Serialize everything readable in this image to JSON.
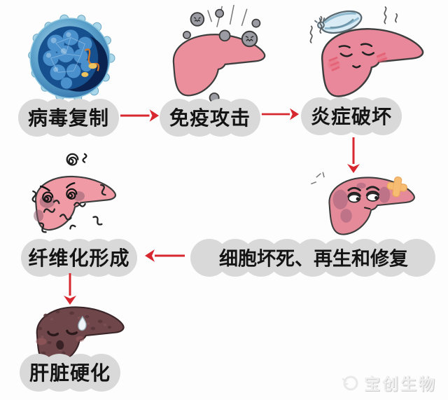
{
  "background": "#fdfdfd",
  "colors": {
    "liver_pink": "#ec8f9c",
    "liver_dark_patch": "#a2627e",
    "cirrhotic_liver": "#6f474b",
    "arrow_red": "#d7282f",
    "label_bubble_gray": "#d9d9d9",
    "label_text": "#141414",
    "virus_blue": "#2e6ea8",
    "virus_core_navy": "#0b2350",
    "attacking_virus_gray": "#9b9ba3",
    "ice_pack_blue": "#d9ebf5",
    "repair_cross_orange": "#f6bd72",
    "watermark_gray": "#efefef"
  },
  "diagram": {
    "steps": [
      {
        "id": "virus-replication",
        "label": "病毒复制",
        "illustration": "hepatitis-b-virus-particle"
      },
      {
        "id": "immune-attack",
        "label": "免疫攻击",
        "illustration": "liver-bombarded-by-virus-particles"
      },
      {
        "id": "inflammation-damage",
        "label": "炎症破坏",
        "illustration": "feverish-liver-with-ice-pack"
      },
      {
        "id": "cell-necrosis-regeneration-repair",
        "label": "细胞坏死、再生和修复",
        "illustration": "bruised-tired-liver-with-orange-cross"
      },
      {
        "id": "fibrosis-formation",
        "label": "纤维化形成",
        "illustration": "dizzy-liver-covered-in-fibrous-strands"
      },
      {
        "id": "cirrhosis",
        "label": "肝脏硬化",
        "illustration": "dark-nodular-cirrhotic-liver"
      }
    ],
    "arrows": [
      {
        "from": "病毒复制",
        "to": "免疫攻击",
        "direction": "right"
      },
      {
        "from": "免疫攻击",
        "to": "炎症破坏",
        "direction": "right"
      },
      {
        "from": "炎症破坏",
        "to": "细胞坏死、再生和修复",
        "direction": "down"
      },
      {
        "from": "细胞坏死、再生和修复",
        "to": "纤维化形成",
        "direction": "left"
      },
      {
        "from": "纤维化形成",
        "to": "肝脏硬化",
        "direction": "down"
      }
    ]
  },
  "watermark": {
    "text": "宝创生物",
    "logo": "circular-mascot-logo"
  }
}
